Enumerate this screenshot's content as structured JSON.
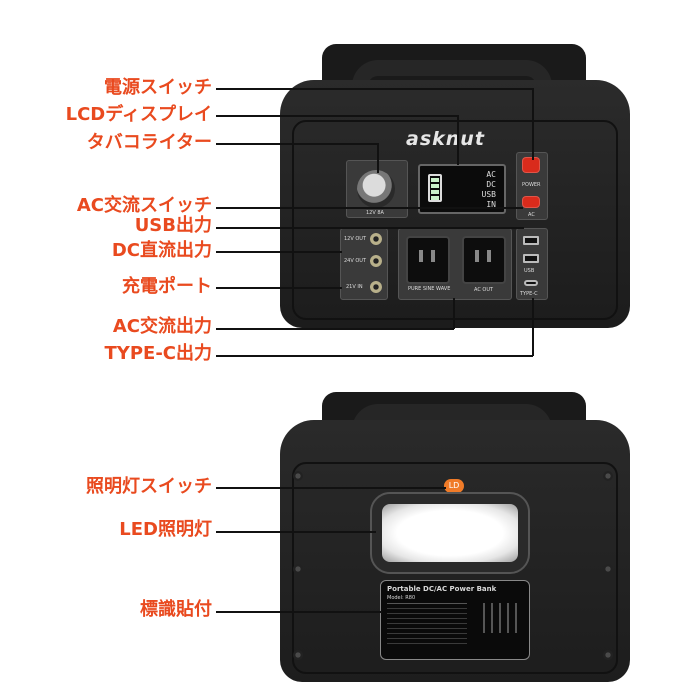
{
  "top_labels": [
    {
      "text": "電源スイッチ"
    },
    {
      "text": "LCDディスプレイ"
    },
    {
      "text": "タバコライター"
    },
    {
      "text": "AC交流スイッチ"
    },
    {
      "text": "USB出力"
    },
    {
      "text": "DC直流出力"
    },
    {
      "text": "充電ポート"
    },
    {
      "text": "AC交流出力"
    },
    {
      "text": "TYPE-C出力"
    }
  ],
  "bottom_labels": [
    {
      "text": "照明灯スイッチ"
    },
    {
      "text": "LED照明灯"
    },
    {
      "text": "標識貼付"
    }
  ],
  "device": {
    "brand": "asknut",
    "cigarette_label": "12V 8A",
    "lcd_rows": [
      "AC",
      "DC",
      "USB",
      "IN"
    ],
    "power_label": "POWER",
    "ac_label": "AC",
    "dc_ports": [
      "12V OUT",
      "24V OUT",
      "21V IN"
    ],
    "sine_label": "PURE SINE WAVE",
    "ac_out_label": "AC OUT",
    "usb_label": "USB",
    "typec_label": "TYPE-C",
    "light_icon": "LD",
    "sticker_title": "Portable DC/AC Power Bank",
    "sticker_model": "Model: R80"
  },
  "colors": {
    "label": "#e94a1f",
    "power_button": "#d92b1c",
    "light_switch": "#f07b28"
  }
}
